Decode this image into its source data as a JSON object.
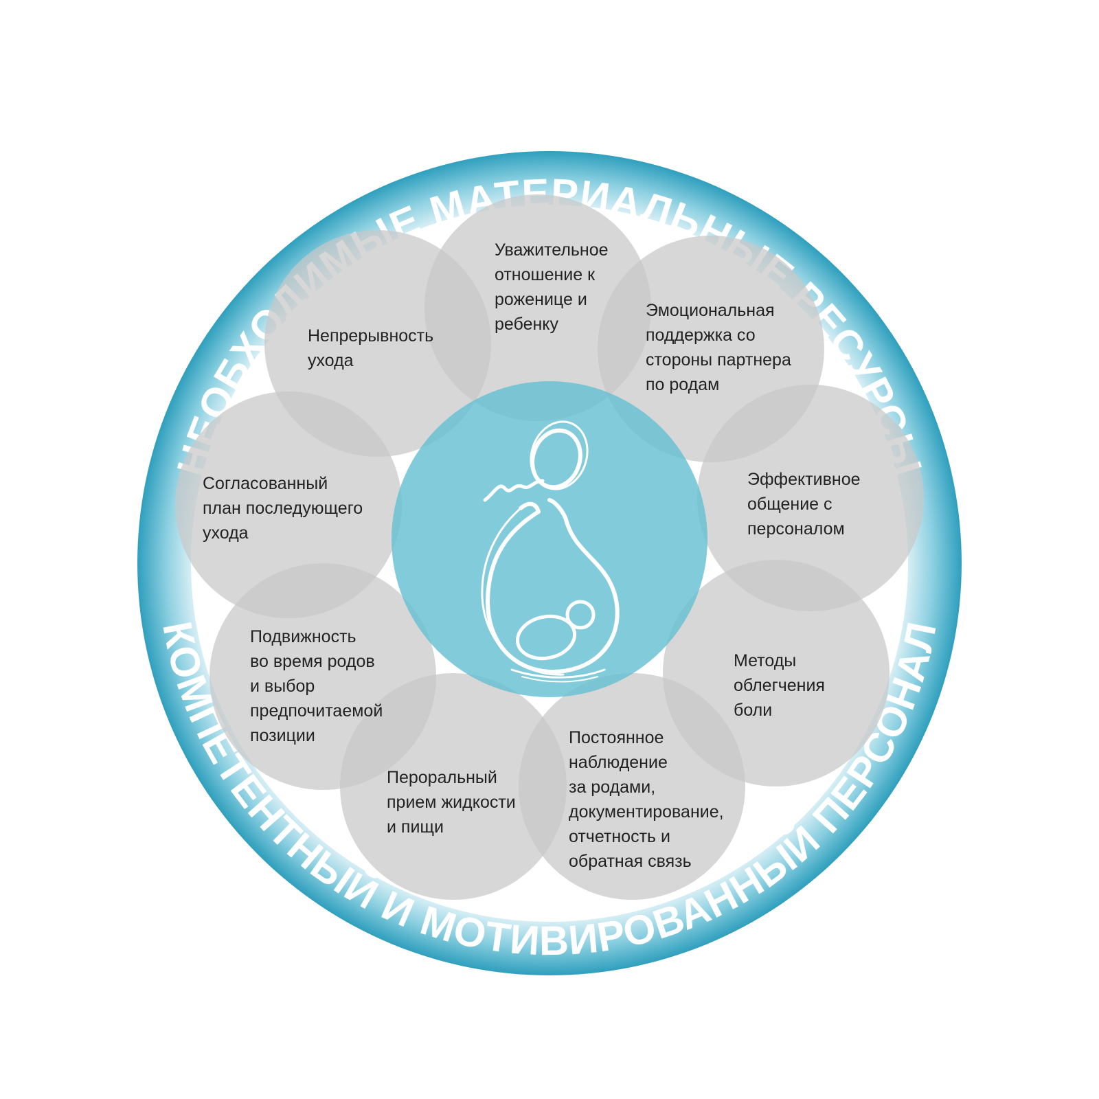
{
  "ring": {
    "top_text": "НЕОБХОДИМЫЕ МАТЕРИАЛЬНЫЕ РЕСУРСЫ",
    "bottom_text": "КОМПЕТЕНТНЫЙ И МОТИВИРОВАННЫЙ ПЕРСОНАЛ"
  },
  "petals": [
    {
      "id": "respect",
      "lines": [
        "Уважительное",
        "отношение к",
        "роженице и",
        "ребенку"
      ]
    },
    {
      "id": "emotional",
      "lines": [
        "Эмоциональная",
        "поддержка со",
        "стороны партнера",
        "по родам"
      ]
    },
    {
      "id": "communication",
      "lines": [
        "Эффективное",
        "общение с",
        "персоналом"
      ]
    },
    {
      "id": "pain-relief",
      "lines": [
        "Методы",
        "облегчения",
        "боли"
      ]
    },
    {
      "id": "monitoring",
      "lines": [
        "Постоянное",
        "наблюдение",
        "за родами,",
        "документирование,",
        "отчетность и",
        "обратная связь"
      ]
    },
    {
      "id": "oral-intake",
      "lines": [
        "Пероральный",
        "прием жидкости",
        "и пищи"
      ]
    },
    {
      "id": "mobility",
      "lines": [
        "Подвижность",
        "во время родов",
        "и выбор",
        "предпочитаемой",
        "позиции"
      ]
    },
    {
      "id": "care-plan",
      "lines": [
        "Согласованный",
        "план последующего",
        "ухода"
      ]
    },
    {
      "id": "continuity",
      "lines": [
        "Непрерывность",
        "ухода"
      ]
    }
  ],
  "colors": {
    "ring_outer": "#3aa7c2",
    "ring_light": "#e8f5f9",
    "petal_fill": "#d2d2d2",
    "center_fill": "#7dc7d8",
    "text": "#222222",
    "ring_text": "#ffffff"
  },
  "center": {
    "icon": "pregnant-woman-icon"
  }
}
